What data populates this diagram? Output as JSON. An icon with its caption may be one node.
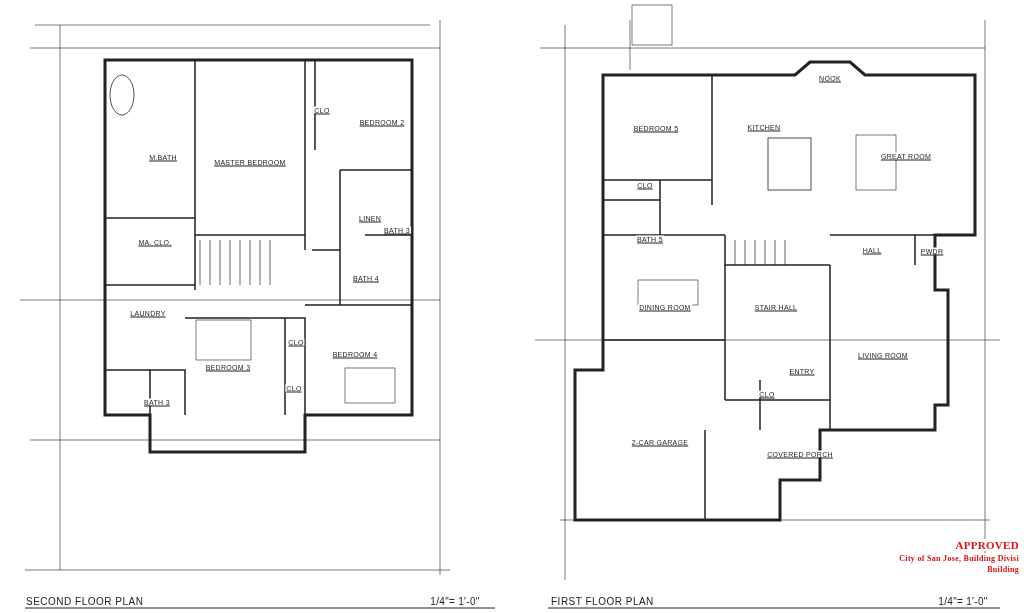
{
  "diagram": {
    "labels": [
      "M.BATH",
      "MASTER BEDROOM",
      "CLO",
      "BEDROOM 2",
      "LINEN",
      "BATH 3",
      "MA. CLO.",
      "BATH 4",
      "LAUNDRY",
      "BEDROOM 3",
      "CLO",
      "CLO",
      "BEDROOM 4",
      "BATH 3",
      "NOOK",
      "BEDROOM 5",
      "KITCHEN",
      "GREAT ROOM",
      "CLO",
      "BATH 5",
      "HALL",
      "PWDR",
      "DINING ROOM",
      "STAIR HALL",
      "LIVING ROOM",
      "ENTRY",
      "CLO",
      "2-CAR GARAGE",
      "COVERED PORCH",
      "APPROVED",
      "City of San Jose, Building Divisi",
      "Building",
      "SECOND FLOOR PLAN",
      "1/4\"= 1'-0\"",
      "FIRST FLOOR PLAN",
      "1/4\"= 1'-0\""
    ]
  }
}
